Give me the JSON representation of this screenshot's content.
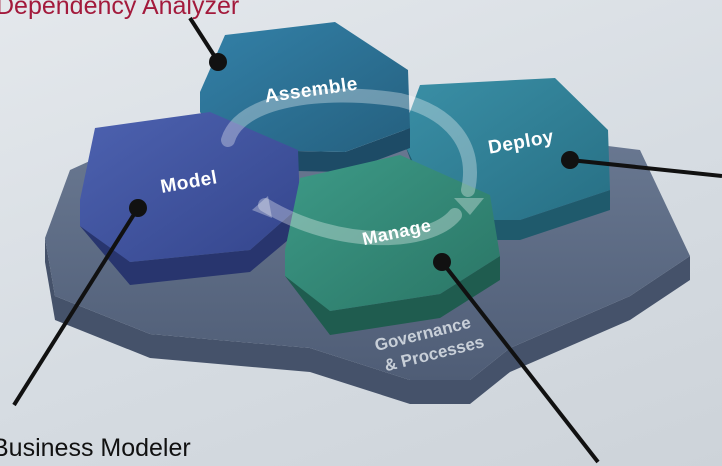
{
  "callouts": {
    "top_tool": "Dependency Analyzer",
    "bottom_left_tool": "Business Modeler"
  },
  "hexagons": [
    {
      "id": "model",
      "label": "Model",
      "color": "#3b4f9c"
    },
    {
      "id": "assemble",
      "label": "Assemble",
      "color": "#2b6f98"
    },
    {
      "id": "deploy",
      "label": "Deploy",
      "color": "#2f7f97"
    },
    {
      "id": "manage",
      "label": "Manage",
      "color": "#338a78"
    }
  ],
  "base": {
    "label_line1": "Governance",
    "label_line2": "& Processes",
    "color": "#5c6b84"
  }
}
